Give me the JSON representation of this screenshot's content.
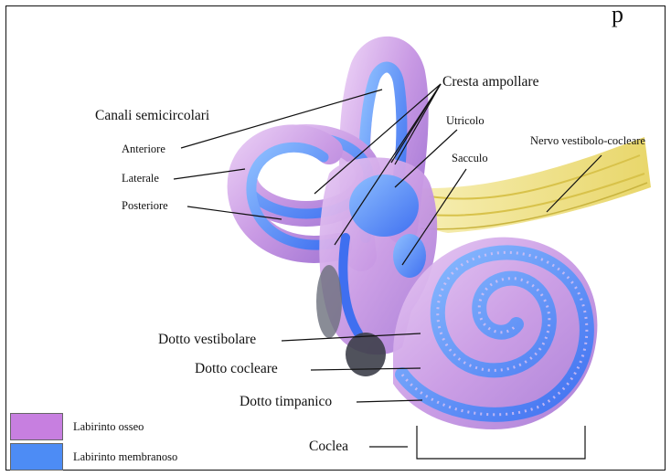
{
  "labels": {
    "canali": "Canali semicircolari",
    "anteriore": "Anteriore",
    "laterale": "Laterale",
    "posteriore": "Posteriore",
    "cresta": "Cresta ampollare",
    "utricolo": "Utricolo",
    "sacculo": "Sacculo",
    "nervo": "Nervo vestibolo-cocleare",
    "dotto_vestibolare": "Dotto vestibolare",
    "dotto_cocleare": "Dotto cocleare",
    "dotto_timpanico": "Dotto timpanico",
    "coclea": "Coclea"
  },
  "legend": [
    {
      "label": "Labirinto osseo",
      "color": "#c77fe0"
    },
    {
      "label": "Labirinto membranoso",
      "color": "#4d8cf5"
    }
  ],
  "colors": {
    "osseo": "#c77fe0",
    "membranoso": "#4d8cf5",
    "nervo": "#f2e27a"
  }
}
